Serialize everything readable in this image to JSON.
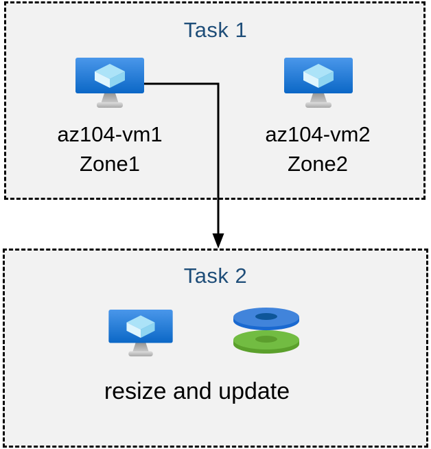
{
  "diagram": {
    "task1": {
      "title": "Task 1",
      "vms": [
        {
          "name": "az104-vm1",
          "zone": "Zone1",
          "icon": "virtual-machine-icon"
        },
        {
          "name": "az104-vm2",
          "zone": "Zone2",
          "icon": "virtual-machine-icon"
        }
      ]
    },
    "task2": {
      "title": "Task 2",
      "icons": [
        "virtual-machine-icon",
        "disks-icon"
      ],
      "caption": "resize and update"
    },
    "connector": {
      "type": "elbow-arrow",
      "from": "az104-vm1",
      "to": "Task 2"
    }
  },
  "colors": {
    "background": "#ffffff",
    "box_fill": "#f2f2f2",
    "box_border": "#000000",
    "title_text": "#1f4e79",
    "body_text": "#000000",
    "arrow": "#000000",
    "vm_screen_top": "#4a97ea",
    "vm_screen_bottom": "#0b67c6",
    "cube_top": "#ace3f8",
    "cube_left": "#dff5fd",
    "cube_right": "#8fd5f1",
    "stand_gray": "#b5b5b5",
    "disk_blue_top": "#4184db",
    "disk_blue_side": "#1a69d0",
    "disk_blue_hole": "#0e5699",
    "disk_green_top": "#72bc42",
    "disk_green_side": "#5ba02c",
    "disk_green_hole": "#5c9e2d"
  }
}
